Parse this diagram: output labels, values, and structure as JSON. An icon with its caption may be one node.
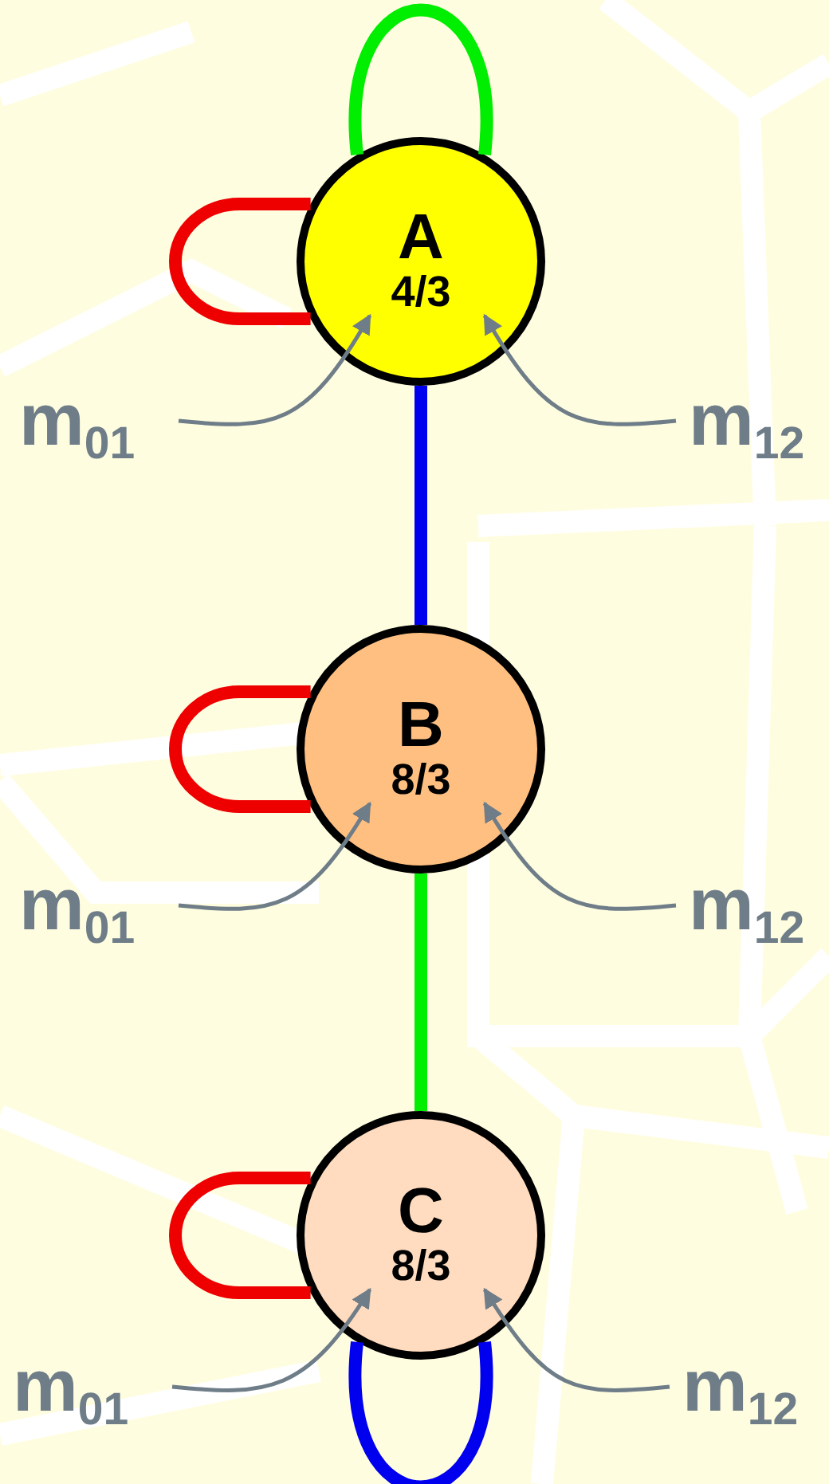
{
  "diagram": {
    "nodes": [
      {
        "text": [
          "A",
          "4/3"
        ]
      },
      {
        "text": [
          "B",
          "8/3"
        ]
      },
      {
        "text": [
          "C",
          "8/3"
        ]
      },
      {
        "text": [
          "m$_{01}$"
        ]
      },
      {
        "text": [
          "m$_{12}$"
        ]
      },
      {
        "text": [
          "m$_{01}$"
        ]
      },
      {
        "text": [
          "m$_{12}$"
        ]
      },
      {
        "text": [
          "m$_{01}$"
        ]
      },
      {
        "text": [
          "m$_{12}$"
        ]
      }
    ],
    "edges": [
      {
        "from": 0,
        "to": 0,
        "arrow": "none",
        "color": "#00ee00"
      },
      {
        "from": 0,
        "to": 0,
        "arrow": "none",
        "color": "#ee0000"
      },
      {
        "from": 0,
        "to": 1,
        "arrow": "none",
        "color": "#0000ee"
      },
      {
        "from": 1,
        "to": 1,
        "arrow": "none",
        "color": "#ee0000"
      },
      {
        "from": 1,
        "to": 2,
        "arrow": "none",
        "color": "#00ee00"
      },
      {
        "from": 2,
        "to": 2,
        "arrow": "none",
        "color": "#ee0000"
      },
      {
        "from": 2,
        "to": 2,
        "arrow": "none",
        "color": "#0000ee"
      },
      {
        "from": 3,
        "to": 0,
        "arrow": "to"
      },
      {
        "from": 4,
        "to": 0,
        "arrow": "to"
      },
      {
        "from": 5,
        "to": 1,
        "arrow": "to"
      },
      {
        "from": 6,
        "to": 1,
        "arrow": "to"
      },
      {
        "from": 7,
        "to": 2,
        "arrow": "to"
      },
      {
        "from": 8,
        "to": 2,
        "arrow": "to"
      }
    ]
  }
}
